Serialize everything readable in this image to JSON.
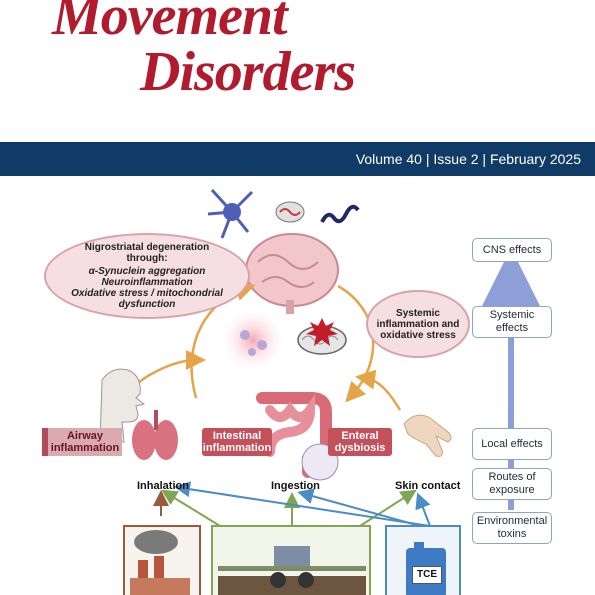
{
  "journal": {
    "title_line1": "Movement",
    "title_line2": "Disorders"
  },
  "issue_band": {
    "text": "Volume 40 | Issue 2 | February 2025"
  },
  "figure": {
    "degeneration_bubble": {
      "heading": "Nigrostriatal degeneration through:",
      "items": [
        "α-Synuclein aggregation",
        "Neuroinflammation",
        "Oxidative stress / mitochondrial dysfunction"
      ]
    },
    "systemic_bubble": "Systemic inflammation and oxidative stress",
    "tags": {
      "airway": "Airway inflammation",
      "intestinal": "Intestinal inflammation",
      "enteral": "Enteral dysbiosis"
    },
    "routes": {
      "inhalation": "Inhalation",
      "ingestion": "Ingestion",
      "skin": "Skin contact"
    },
    "sidebar": [
      "CNS effects",
      "Systemic effects",
      "Local effects",
      "Routes of exposure",
      "Environmental toxins"
    ],
    "container_label": "TCE"
  },
  "colors": {
    "title": "#b01c2e",
    "band": "#0f3b66",
    "arrow_orange": "#e6a44a",
    "arrow_blue": "#4c8cc4",
    "arrow_green": "#7fa650",
    "arrow_brown": "#9c5a3c"
  }
}
